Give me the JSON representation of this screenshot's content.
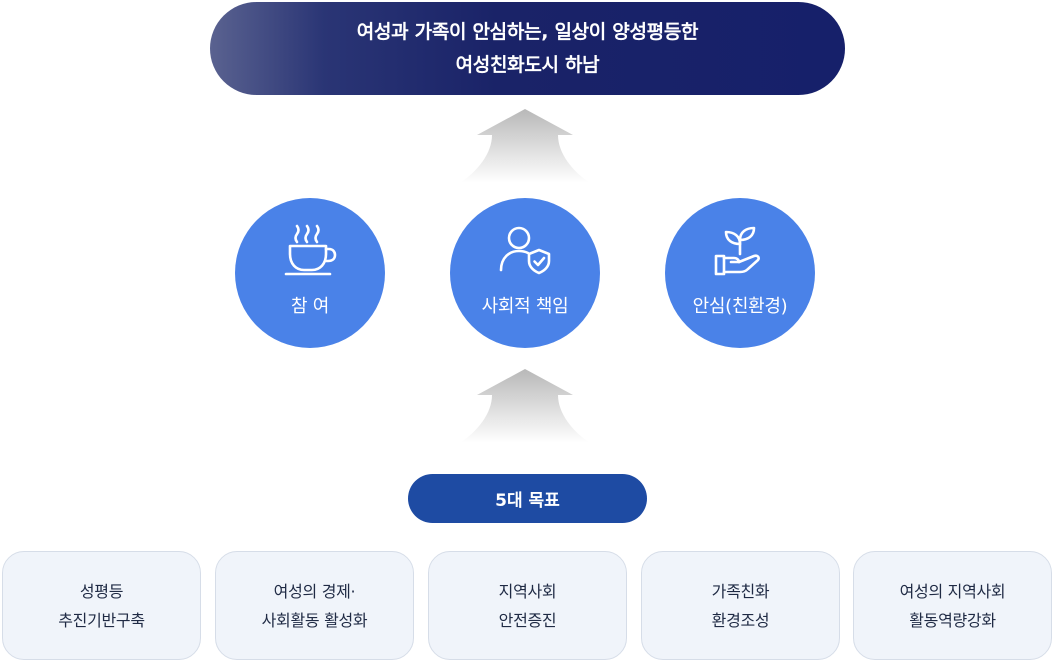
{
  "vision": {
    "line1": "여성과 가족이 안심하는, 일상이 양성평등한",
    "line2": "여성친화도시 하남"
  },
  "values": [
    {
      "label": "참 여",
      "icon": "coffee-cup-icon"
    },
    {
      "label": "사회적 책임",
      "icon": "user-shield-icon"
    },
    {
      "label": "안심(친환경)",
      "icon": "hand-sprout-icon"
    }
  ],
  "goals_title": "5대 목표",
  "goals": [
    {
      "line1": "성평등",
      "line2": "추진기반구축"
    },
    {
      "line1": "여성의 경제·",
      "line2": "사회활동 활성화"
    },
    {
      "line1": "지역사회",
      "line2": "안전증진"
    },
    {
      "line1": "가족친화",
      "line2": "환경조성"
    },
    {
      "line1": "여성의 지역사회",
      "line2": "활동역량강화"
    }
  ],
  "colors": {
    "vision_bg": "#1a2368",
    "circle_bg": "#4a82e8",
    "goals_pill_bg": "#1e4ba3",
    "goal_card_bg": "#f0f4fa"
  }
}
